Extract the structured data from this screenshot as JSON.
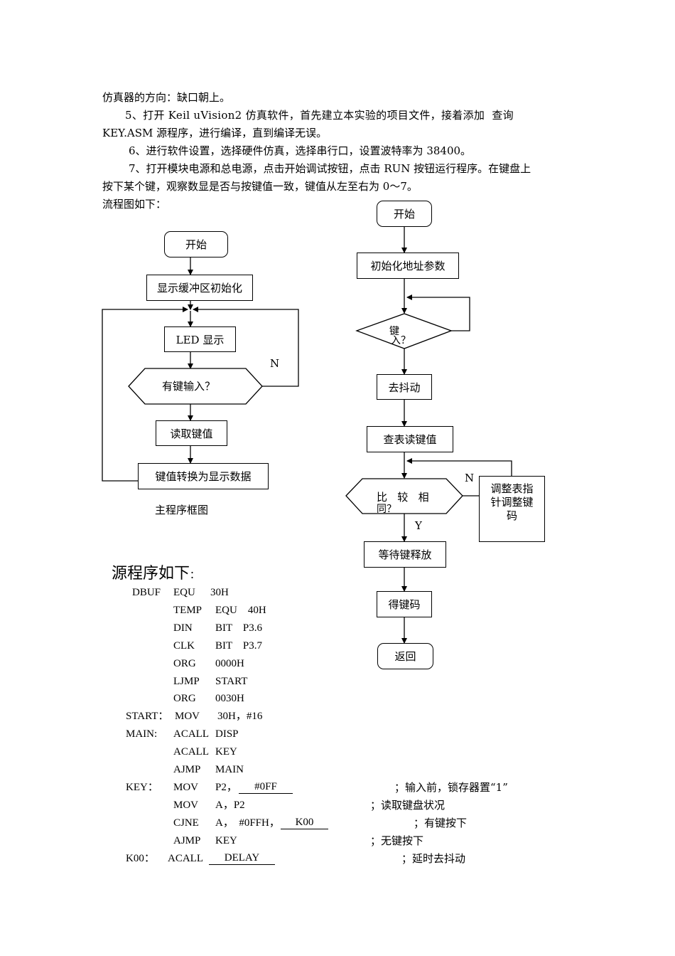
{
  "paragraphs": {
    "p1": "仿真器的方向：缺口朝上。",
    "p2a": "5、打开 Keil uVision2 仿真软件，首先建立本实验的项目文件，接着添加  查询",
    "p2b": "KEY.ASM 源程序，进行编译，直到编译无误。",
    "p3": "6、进行软件设置，选择硬件仿真，选择串行口，设置波特率为 38400。",
    "p4a": "7、打开模块电源和总电源，点击开始调试按钮，点击 RUN 按钮运行程序。在键盘上",
    "p4b": "按下某个键，观察数显是否与按键值一致，键值从左至右为 0～7。",
    "p5": "流程图如下："
  },
  "flow_left": {
    "start": "开始",
    "init": "显示缓冲区初始化",
    "led": "LED 显示",
    "decision": "有键输入？",
    "no_label": "N",
    "read": "读取键值",
    "convert": "键值转换为显示数据",
    "caption": "主程序框图"
  },
  "flow_right": {
    "start": "开始",
    "init": "初始化地址参数",
    "decision1_a": "键",
    "decision1_b": "入？",
    "debounce": "去抖动",
    "lookup": "查表读键值",
    "decision2_a": "比   较   相",
    "decision2_b": "同？",
    "no_label": "N",
    "yes_label": "Y",
    "adjust": "调整表指\n针调整键\n码",
    "wait": "等待键释放",
    "get": "得键码",
    "ret": "返回"
  },
  "source": {
    "heading": "源程序如下",
    "heading_colon": "：",
    "lines": [
      {
        "label": "DBUF",
        "op": "EQU",
        "args": "30H"
      },
      {
        "label": "",
        "op": "TEMP",
        "args": "EQU    40H"
      },
      {
        "label": "",
        "op": "DIN",
        "args": "BIT    P3.6"
      },
      {
        "label": "",
        "op": "CLK",
        "args": "BIT    P3.7"
      },
      {
        "label": "",
        "op": "ORG",
        "args": "0000H"
      },
      {
        "label": "",
        "op": "LJMP",
        "args": "START"
      },
      {
        "label": "",
        "op": "ORG",
        "args": "0030H"
      },
      {
        "label": "START：",
        "op": "MOV",
        "args": "30H，#16"
      },
      {
        "label": "MAIN:",
        "op": "ACALL",
        "args": "DISP"
      },
      {
        "label": "",
        "op": "ACALL",
        "args": "KEY"
      },
      {
        "label": "",
        "op": "AJMP",
        "args": "MAIN"
      },
      {
        "label": "KEY：",
        "op": "MOV",
        "args": "P2，",
        "blank": "#0FF",
        "comment": "；输入前，锁存器置“1”"
      },
      {
        "label": "",
        "op": "MOV",
        "args": "A，P2",
        "comment": "；读取键盘状况"
      },
      {
        "label": "",
        "op": "CJNE",
        "args": "A，  #0FFH，",
        "blank": "K00",
        "comment": "；有键按下"
      },
      {
        "label": "",
        "op": "AJMP",
        "args": "KEY",
        "comment": "；无键按下"
      },
      {
        "label": "K00：",
        "op": "ACALL",
        "args": "",
        "blank": "DELAY",
        "comment": "；延时去抖动"
      }
    ]
  }
}
